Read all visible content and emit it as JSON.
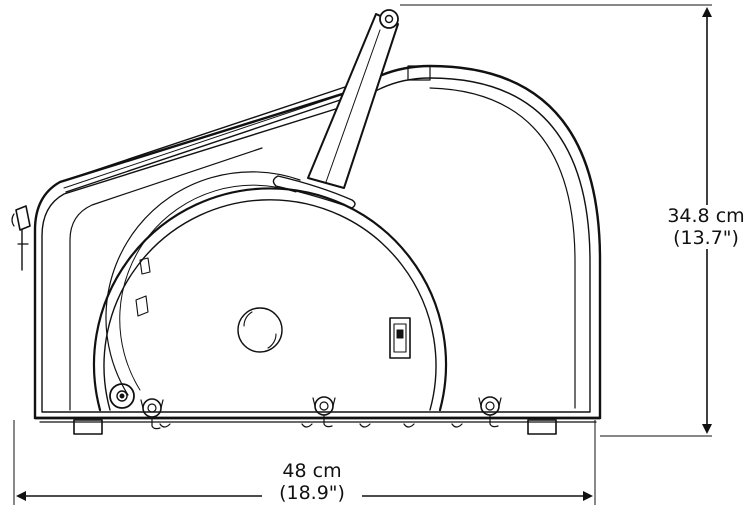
{
  "dimensions": {
    "height_metric": "34.8 cm",
    "height_imperial": "(13.7\")",
    "width_metric": "48 cm",
    "width_imperial": "(18.9\")"
  }
}
